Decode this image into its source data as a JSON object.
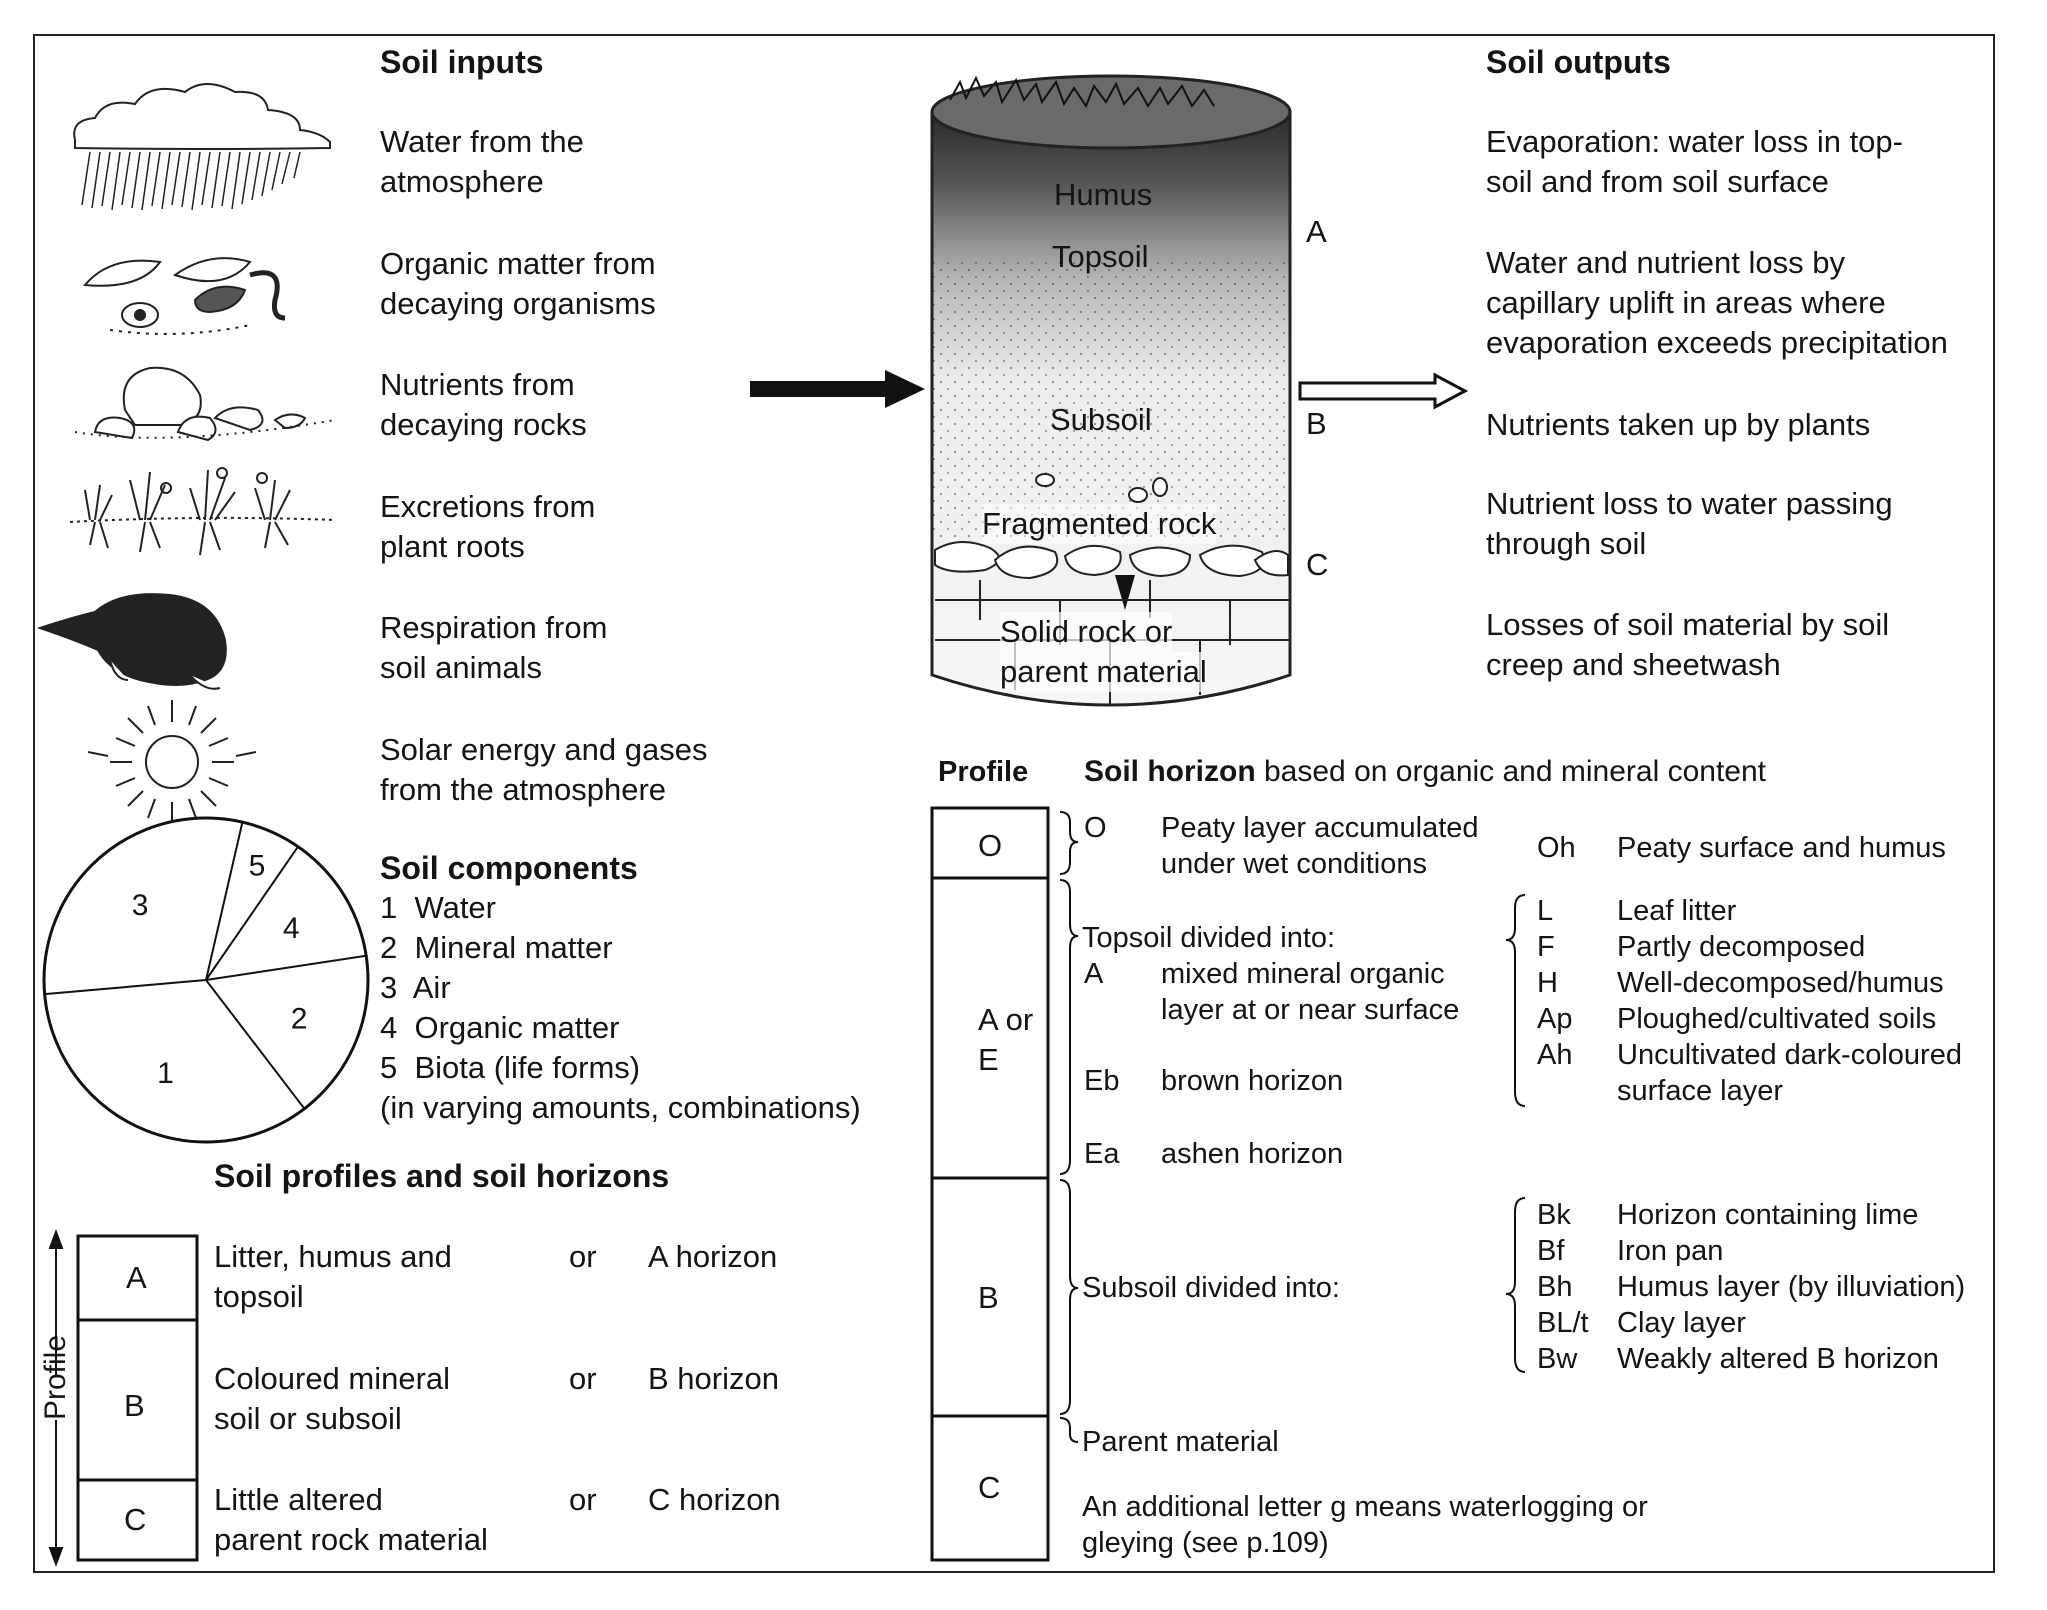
{
  "inputs": {
    "heading": "Soil inputs",
    "items": [
      {
        "icon": "rain-cloud-icon",
        "line1": "Water from the",
        "line2": "atmosphere"
      },
      {
        "icon": "decaying-leaf-worm-icon",
        "line1": "Organic matter from",
        "line2": "decaying organisms"
      },
      {
        "icon": "rocks-icon",
        "line1": "Nutrients from",
        "line2": "decaying rocks"
      },
      {
        "icon": "plants-roots-icon",
        "line1": "Excretions from",
        "line2": "plant roots"
      },
      {
        "icon": "mole-icon",
        "line1": "Respiration from",
        "line2": "soil animals"
      },
      {
        "icon": "sun-icon",
        "line1": "Solar energy and gases",
        "line2": "from the atmosphere"
      }
    ]
  },
  "outputs": {
    "heading": "Soil outputs",
    "items": [
      {
        "lines": [
          "Evaporation: water loss in top-",
          "soil and from soil surface"
        ]
      },
      {
        "lines": [
          "Water and nutrient loss by",
          "capillary uplift in areas where",
          "evaporation exceeds precipitation"
        ]
      },
      {
        "lines": [
          "Nutrients taken up by plants"
        ]
      },
      {
        "lines": [
          "Nutrient loss to water passing",
          "through soil"
        ]
      },
      {
        "lines": [
          "Losses of soil material by soil",
          "creep and sheetwash"
        ]
      }
    ]
  },
  "column": {
    "labels": {
      "humus": "Humus",
      "topsoil": "Topsoil",
      "subsoil": "Subsoil",
      "fragmented": "Fragmented rock",
      "solid1": "Solid rock or",
      "solid2": "parent material"
    },
    "side_letters": {
      "a": "A",
      "b": "B",
      "c": "C"
    }
  },
  "components": {
    "heading": "Soil components",
    "items": [
      "1  Water",
      "2  Mineral matter",
      "3  Air",
      "4  Organic matter",
      "5  Biota (life forms)"
    ],
    "note": "(in varying amounts, combinations)"
  },
  "chart_data": {
    "type": "pie",
    "categories": [
      "1",
      "2",
      "3",
      "4",
      "5"
    ],
    "values": [
      0.34,
      0.17,
      0.3,
      0.13,
      0.06
    ],
    "labels": [
      "1",
      "2",
      "3",
      "4",
      "5"
    ],
    "legend": [
      "Water",
      "Mineral matter",
      "Air",
      "Organic matter",
      "Biota (life forms)"
    ]
  },
  "profiles_left": {
    "heading": "Soil profiles and soil horizons",
    "axis_label": "Profile",
    "rows": [
      {
        "box": "A",
        "desc1": "Litter, humus and",
        "desc2": "topsoil",
        "or": "or",
        "horizon": "A horizon"
      },
      {
        "box": "B",
        "desc1": "Coloured mineral",
        "desc2": "soil or subsoil",
        "or": "or",
        "horizon": "B horizon"
      },
      {
        "box": "C",
        "desc1": "Little altered",
        "desc2": "parent rock material",
        "or": "or",
        "horizon": "C horizon"
      }
    ]
  },
  "horizon_table": {
    "profile_header": "Profile",
    "horizon_header_bold": "Soil horizon",
    "horizon_header_rest": " based on organic and mineral content",
    "boxes": [
      "O",
      "A or",
      "E",
      "B",
      "C"
    ],
    "o": {
      "code": "O",
      "line1": "Peaty layer accumulated",
      "line2": "under wet conditions",
      "sub_code": "Oh",
      "sub_desc": "Peaty surface and humus"
    },
    "topsoil": {
      "title": "Topsoil divided into:",
      "a_code": "A",
      "a_line1": "mixed mineral organic",
      "a_line2": "layer at or near surface",
      "eb_code": "Eb",
      "eb_desc": "brown horizon",
      "ea_code": "Ea",
      "ea_desc": "ashen horizon",
      "subs": [
        {
          "code": "L",
          "desc": "Leaf litter"
        },
        {
          "code": "F",
          "desc": "Partly decomposed"
        },
        {
          "code": "H",
          "desc": "Well-decomposed/humus"
        },
        {
          "code": "Ap",
          "desc": "Ploughed/cultivated soils"
        },
        {
          "code": "Ah",
          "desc": "Uncultivated dark-coloured"
        }
      ],
      "ah_line2": "surface layer"
    },
    "subsoil": {
      "title": "Subsoil divided into:",
      "subs": [
        {
          "code": "Bk",
          "desc": "Horizon containing lime"
        },
        {
          "code": "Bf",
          "desc": "Iron pan"
        },
        {
          "code": "Bh",
          "desc": "Humus layer (by illuviation)"
        },
        {
          "code": "BL/t",
          "desc": "Clay layer"
        },
        {
          "code": "Bw",
          "desc": "Weakly altered B horizon"
        }
      ]
    },
    "parent": {
      "title": "Parent material",
      "note1": "An additional letter g means waterlogging or",
      "note2": "gleying (see p.109)"
    }
  }
}
